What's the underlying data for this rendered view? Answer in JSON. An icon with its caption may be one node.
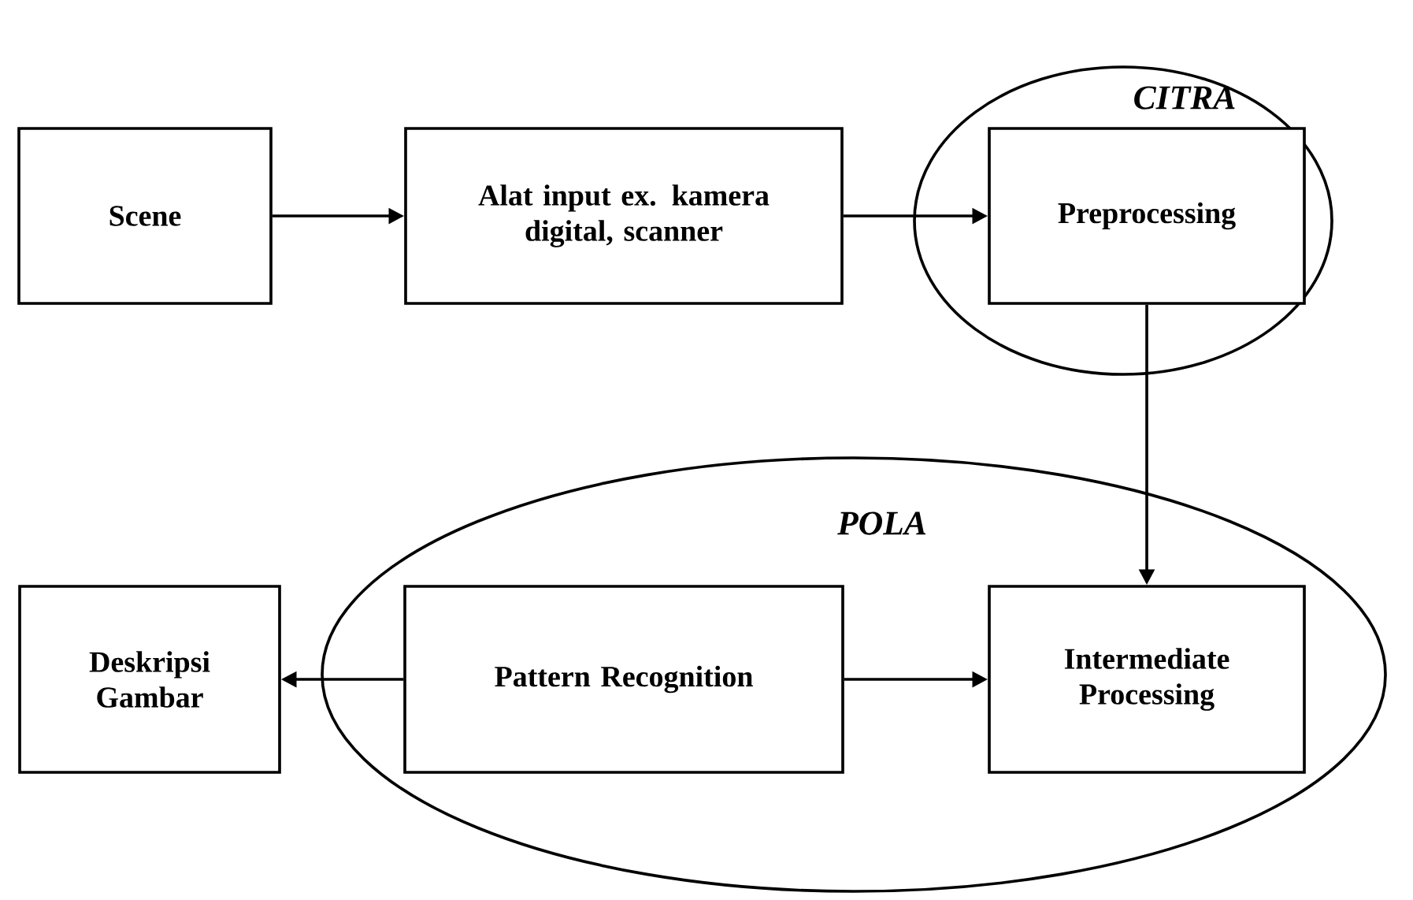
{
  "diagram": {
    "nodes": [
      {
        "text": [
          "Scene"
        ]
      },
      {
        "text": [
          "Alat input ex. kamera digital, scanner"
        ]
      },
      {
        "text": [
          "CITRA"
        ]
      },
      {
        "text": [
          "Preprocessing"
        ],
        "in": 2
      },
      {
        "text": [
          "Deskripsi Gambar"
        ]
      },
      {
        "text": [
          "POLA"
        ]
      },
      {
        "text": [
          "Pattern Recognition"
        ],
        "in": 5
      },
      {
        "text": [
          "Intermediate Processing"
        ],
        "in": 5
      }
    ],
    "edges": [
      {
        "from": 0,
        "to": 1,
        "arrow": "to"
      },
      {
        "from": 1,
        "to": 3,
        "arrow": "to"
      },
      {
        "from": 3,
        "to": 7,
        "arrow": "to"
      },
      {
        "from": 6,
        "to": 7,
        "arrow": "to"
      },
      {
        "from": 6,
        "to": 4,
        "arrow": "to"
      }
    ]
  }
}
